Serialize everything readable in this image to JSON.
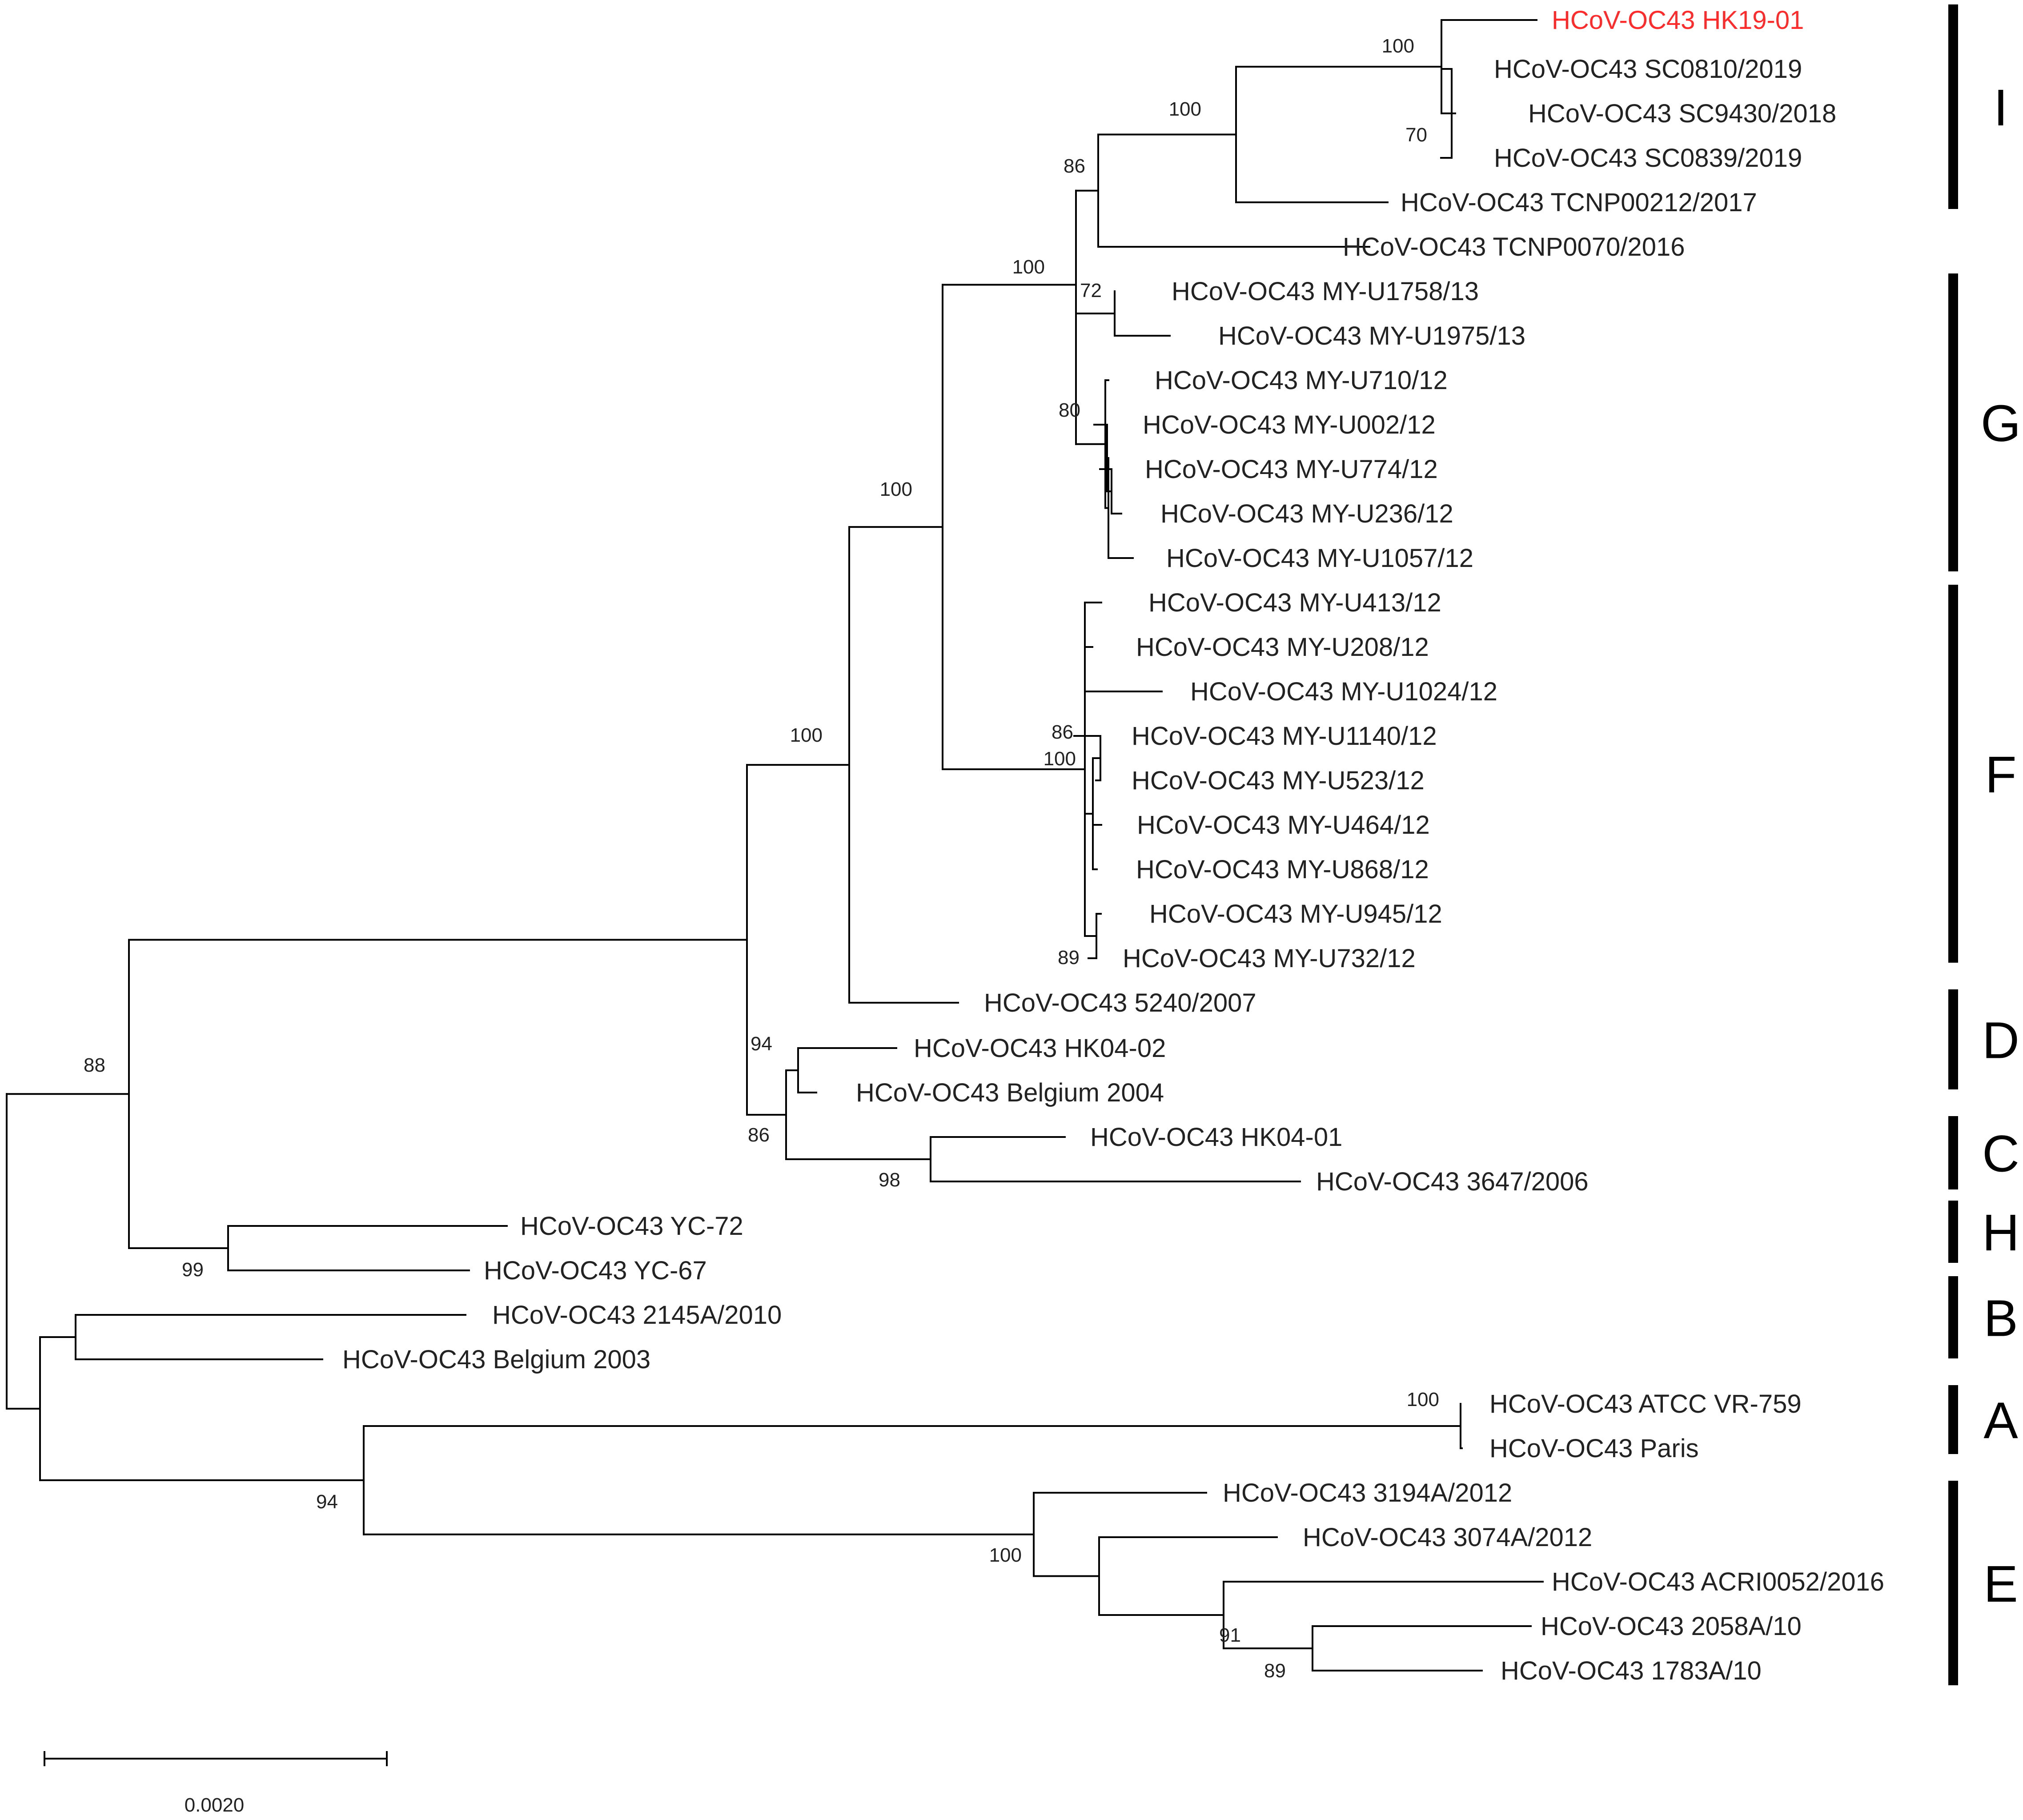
{
  "tree": {
    "highlight_color": "#ff2a2a",
    "leaves": [
      {
        "label": "HCoV-OC43 HK19-01",
        "highlight": true
      },
      {
        "label": "HCoV-OC43 SC0810/2019"
      },
      {
        "label": "HCoV-OC43 SC9430/2018"
      },
      {
        "label": "HCoV-OC43 SC0839/2019"
      },
      {
        "label": "HCoV-OC43 TCNP00212/2017"
      },
      {
        "label": "HCoV-OC43 TCNP0070/2016"
      },
      {
        "label": "HCoV-OC43 MY-U1758/13"
      },
      {
        "label": "HCoV-OC43 MY-U1975/13"
      },
      {
        "label": "HCoV-OC43 MY-U710/12"
      },
      {
        "label": "HCoV-OC43 MY-U002/12"
      },
      {
        "label": "HCoV-OC43 MY-U774/12"
      },
      {
        "label": "HCoV-OC43 MY-U236/12"
      },
      {
        "label": "HCoV-OC43 MY-U1057/12"
      },
      {
        "label": "HCoV-OC43 MY-U413/12"
      },
      {
        "label": "HCoV-OC43 MY-U208/12"
      },
      {
        "label": "HCoV-OC43 MY-U1024/12"
      },
      {
        "label": "HCoV-OC43 MY-U1140/12"
      },
      {
        "label": "HCoV-OC43 MY-U523/12"
      },
      {
        "label": "HCoV-OC43 MY-U464/12"
      },
      {
        "label": "HCoV-OC43 MY-U868/12"
      },
      {
        "label": "HCoV-OC43 MY-U945/12"
      },
      {
        "label": "HCoV-OC43 MY-U732/12"
      },
      {
        "label": "HCoV-OC43 5240/2007"
      },
      {
        "label": "HCoV-OC43 HK04-02"
      },
      {
        "label": "HCoV-OC43 Belgium 2004"
      },
      {
        "label": "HCoV-OC43 HK04-01"
      },
      {
        "label": "HCoV-OC43 3647/2006"
      },
      {
        "label": "HCoV-OC43 YC-72"
      },
      {
        "label": "HCoV-OC43 YC-67"
      },
      {
        "label": "HCoV-OC43 2145A/2010"
      },
      {
        "label": "HCoV-OC43 Belgium 2003"
      },
      {
        "label": "HCoV-OC43 ATCC VR-759"
      },
      {
        "label": "HCoV-OC43 Paris"
      },
      {
        "label": "HCoV-OC43 3194A/2012"
      },
      {
        "label": "HCoV-OC43 3074A/2012"
      },
      {
        "label": "HCoV-OC43 ACRI0052/2016"
      },
      {
        "label": "HCoV-OC43 2058A/10"
      },
      {
        "label": "HCoV-OC43 1783A/10"
      }
    ],
    "bootstrap": [
      "100",
      "70",
      "100",
      "86",
      "72",
      "80",
      "100",
      "86",
      "100",
      "89",
      "100",
      "100",
      "94",
      "98",
      "86",
      "88",
      "99",
      "100",
      "89",
      "91",
      "100",
      "94"
    ],
    "clades": [
      "I",
      "G",
      "F",
      "D",
      "C",
      "H",
      "B",
      "A",
      "E"
    ],
    "scale_bar": "0.0020"
  }
}
